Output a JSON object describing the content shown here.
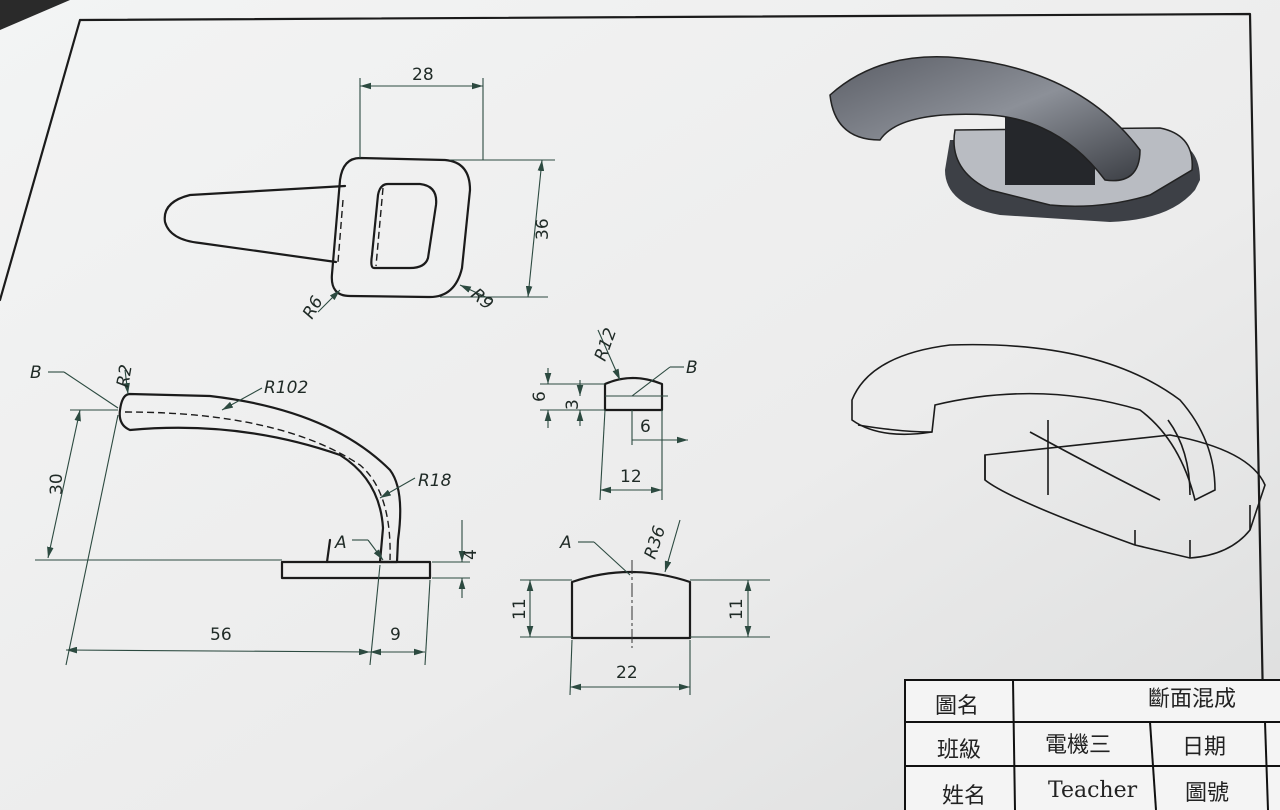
{
  "top_view": {
    "width_dim": "28",
    "height_dim": "36",
    "radius_small": "R6",
    "radius_large": "R9"
  },
  "front_view": {
    "label_b": "B",
    "radius_tip": "R2",
    "radius_arc": "R102",
    "radius_bend": "R18",
    "height_dim": "30",
    "label_a": "A",
    "base_thickness": "4",
    "length_dim": "56",
    "base_extent": "9"
  },
  "section_b": {
    "radius": "R12",
    "label": "B",
    "height_total": "6",
    "height_side": "3",
    "half_width": "6",
    "width": "12"
  },
  "section_a": {
    "label": "A",
    "radius": "R36",
    "height_left": "11",
    "height_right": "11",
    "width": "22"
  },
  "title_block": {
    "drawing_name_label": "圖名",
    "drawing_name": "斷面混成",
    "class_label": "班級",
    "class_value": "電機三",
    "date_label": "日期",
    "name_label": "姓名",
    "name_value": "Teacher",
    "drawing_no_label": "圖號"
  }
}
